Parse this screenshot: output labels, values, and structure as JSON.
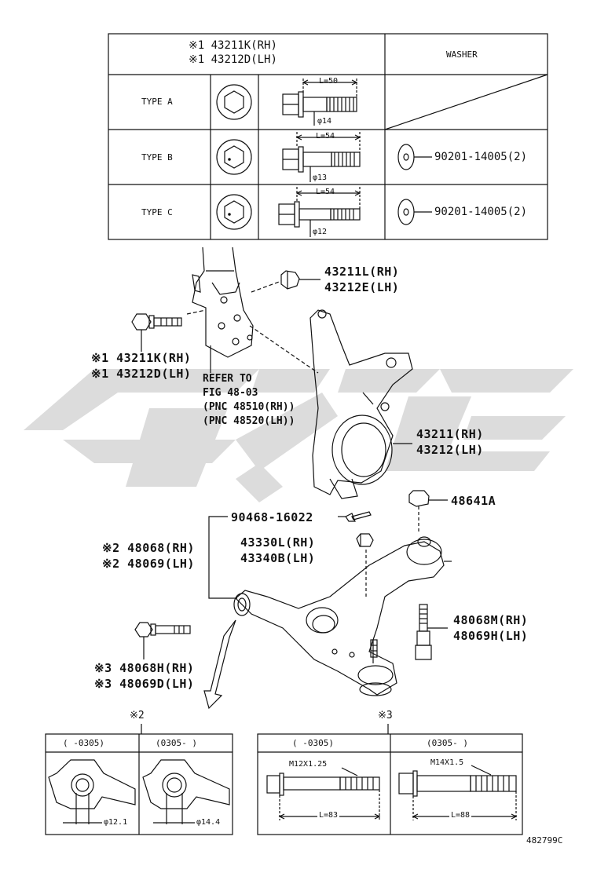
{
  "top_table": {
    "header_line1": "※1 43211K(RH)",
    "header_line2": "※1 43212D(LH)",
    "washer_header": "WASHER",
    "rows": [
      {
        "type": "TYPE A",
        "length": "L=50",
        "diameter": "φ14",
        "washer_part": ""
      },
      {
        "type": "TYPE B",
        "length": "L=54",
        "diameter": "φ13",
        "washer_part": "90201-14005(2)"
      },
      {
        "type": "TYPE C",
        "length": "L=54",
        "diameter": "φ12",
        "washer_part": "90201-14005(2)"
      }
    ]
  },
  "callouts": {
    "nut_rh": "43211L(RH)",
    "nut_lh": "43212E(LH)",
    "bolt1_rh": "※1 43211K(RH)",
    "bolt1_lh": "※1 43212D(LH)",
    "refer1": "REFER TO",
    "refer2": "FIG 48-03",
    "refer3": "(PNC 48510(RH))",
    "refer4": "(PNC 48520(LH))",
    "knuckle_rh": "43211(RH)",
    "knuckle_lh": "43212(LH)",
    "nut_48641a": "48641A",
    "cotter_pin": "90468-16022",
    "arm_rh": "※2 48068(RH)",
    "arm_lh": "※2 48069(LH)",
    "joint_rh": "43330L(RH)",
    "joint_lh": "43340B(LH)",
    "bolt_m_rh": "48068M(RH)",
    "bolt_m_lh": "48069H(LH)",
    "bolt3_rh": "※3 48068H(RH)",
    "bolt3_lh": "※3 48069D(LH)"
  },
  "detail2": {
    "marker": "※2",
    "col1": "(    -0305)",
    "col2": "(0305-     )",
    "dim1": "φ12.1",
    "dim2": "φ14.4"
  },
  "detail3": {
    "marker": "※3",
    "col1": "(    -0305)",
    "col2": "(0305-     )",
    "thread1": "M12X1.25",
    "thread2": "M14X1.5",
    "len1": "L=83",
    "len2": "L=88"
  },
  "figure_id": "482799C",
  "watermark_color": "#dcdcdc",
  "line_color": "#111111"
}
